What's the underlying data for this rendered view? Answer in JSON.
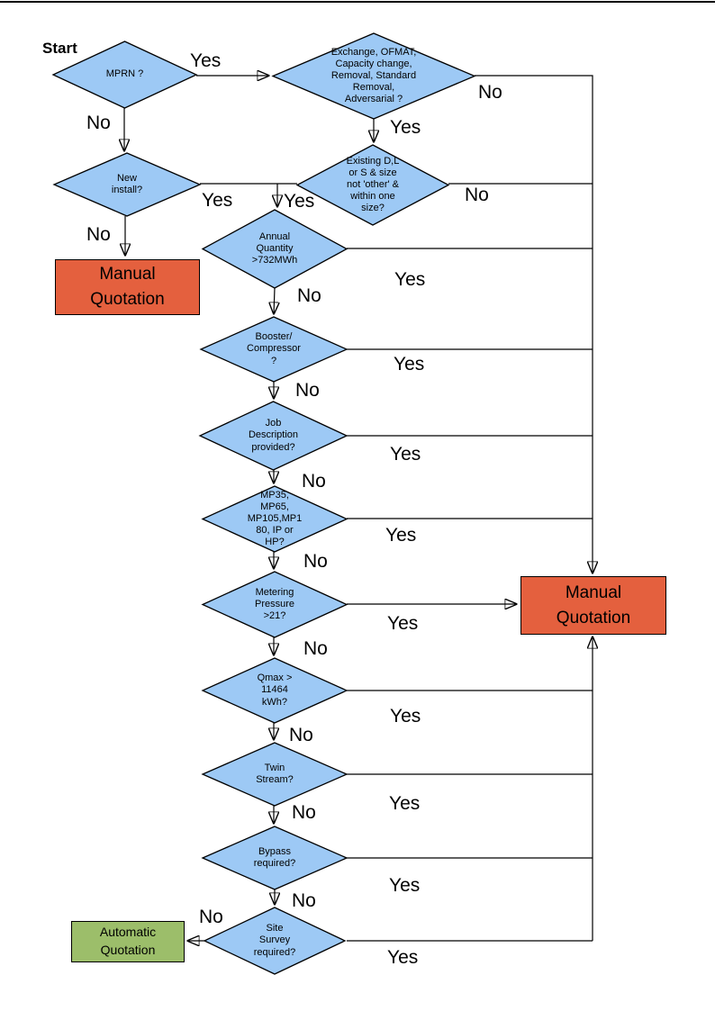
{
  "page": {
    "start_label": "Start"
  },
  "colors": {
    "decision_fill": "#9DC9F5",
    "manual_fill": "#E4603E",
    "auto_fill": "#9CBE6A",
    "line_color": "#000000"
  },
  "nodes": {
    "mprn": "MPRN ?",
    "exchange": "Exchange, OFMAT,\nCapacity change,\nRemoval, Standard\nRemoval,\nAdversarial ?",
    "new_install": "New\ninstall?",
    "existing": "Existing D,L\nor S & size\nnot 'other' &\nwithin one\nsize?",
    "annual": "Annual\nQuantity\n>732MWh",
    "booster": "Booster/\nCompressor\n?",
    "job": "Job\nDescription\nprovided?",
    "mp35": "MP35,\nMP65,\nMP105,MP1\n80, IP or\nHP?",
    "metering": "Metering\nPressure\n>21?",
    "qmax": "Qmax >\n11464\nkWh?",
    "twin": "Twin\nStream?",
    "bypass": "Bypass\nrequired?",
    "site": "Site\nSurvey\nrequired?",
    "manual1": "Manual\nQuotation",
    "manual2": "Manual\nQuotation",
    "auto": "Automatic\nQuotation"
  },
  "edge_labels": {
    "mprn_yes": "Yes",
    "mprn_no": "No",
    "exchange_no": "No",
    "exchange_yes": "Yes",
    "existing_no": "No",
    "new_yes": "Yes",
    "existing_yes": "Yes",
    "new_no": "No",
    "annual_yes": "Yes",
    "annual_no": "No",
    "booster_yes": "Yes",
    "booster_no": "No",
    "job_yes": "Yes",
    "job_no": "No",
    "mp35_yes": "Yes",
    "mp35_no": "No",
    "metering_yes": "Yes",
    "metering_no": "No",
    "qmax_yes": "Yes",
    "qmax_no": "No",
    "twin_yes": "Yes",
    "twin_no": "No",
    "bypass_yes": "Yes",
    "bypass_no": "No",
    "site_yes": "Yes",
    "site_no": "No"
  }
}
